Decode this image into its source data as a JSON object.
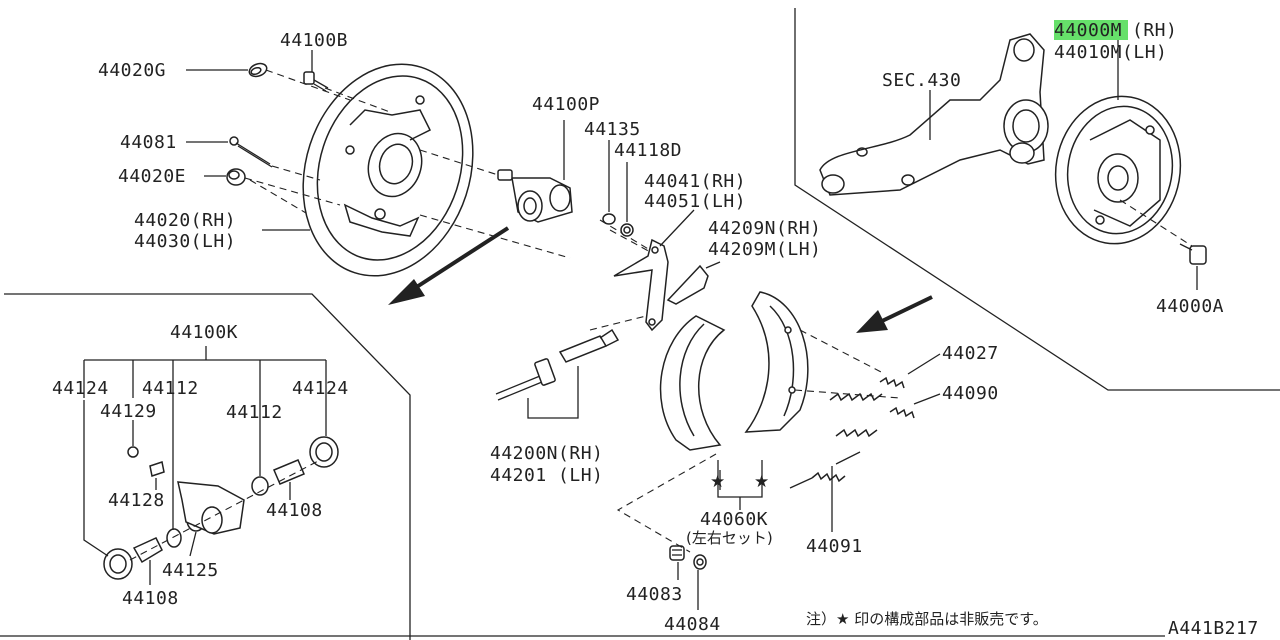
{
  "highlight_color": "#66e06a",
  "labels": {
    "p44100B": "44100B",
    "p44020G": "44020G",
    "p44081": "44081",
    "p44020E": "44020E",
    "p44020": "44020(RH)",
    "p44030": "44030(LH)",
    "p44100P": "44100P",
    "p44135": "44135",
    "p44118D": "44118D",
    "p44041": "44041(RH)",
    "p44051": "44051(LH)",
    "p44209N": "44209N(RH)",
    "p44209M": "44209M(LH)",
    "p44000M": "44000M",
    "p44000M_side": "(RH)",
    "p44010M": "44010M(LH)",
    "sec430": "SEC.430",
    "p44000A": "44000A",
    "p44100K": "44100K",
    "p44124L": "44124",
    "p44112L": "44112",
    "p44129": "44129",
    "p44112R": "44112",
    "p44124R": "44124",
    "p44128": "44128",
    "p44108R": "44108",
    "p44125": "44125",
    "p44108L": "44108",
    "p44200N": "44200N(RH)",
    "p44201": "44201  (LH)",
    "p44027": "44027",
    "p44090": "44090",
    "p44060K": "44060K",
    "p44060K_sub": "(左右セット)",
    "p44091": "44091",
    "p44083": "44083",
    "p44084": "44084",
    "star1": "★",
    "star2": "★",
    "note": "注）★ 印の構成部品は非販売です。",
    "diagram_code": "A441B217"
  }
}
